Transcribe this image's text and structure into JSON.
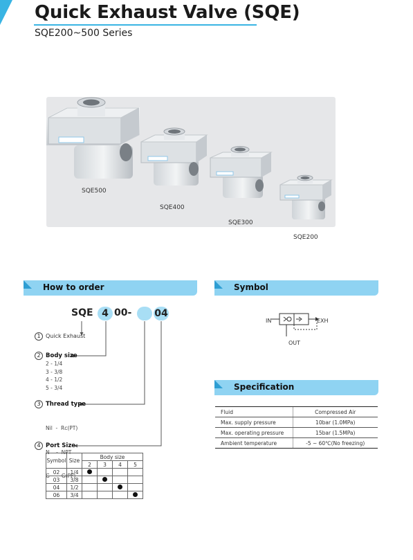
{
  "header": {
    "title": "Quick Exhaust Valve (SQE)",
    "subtitle": "SQE200~500 Series"
  },
  "photo": {
    "labels": [
      "SQE500",
      "SQE400",
      "SQE300",
      "SQE200"
    ]
  },
  "order": {
    "section_title": "How to order",
    "code": {
      "prefix": "SQE",
      "body": "4",
      "mid": "00-",
      "thread": "",
      "port": "04"
    },
    "items": [
      {
        "num": "1",
        "label": "Quick Exhaust"
      },
      {
        "num": "2",
        "label": "Body size",
        "options": [
          "2 - 1/4",
          "3 - 3/8",
          "4 - 1/2",
          "5 - 3/4"
        ]
      },
      {
        "num": "3",
        "label": "Thread type",
        "options": [
          "Nil  -  Rc(PT)",
          "N    -  NPT",
          "G    -  G(PF)"
        ]
      },
      {
        "num": "4",
        "label": "Port Size"
      }
    ],
    "port_table": {
      "headers": [
        "Symbol",
        "Size",
        "Body size"
      ],
      "body_sizes": [
        "2",
        "3",
        "4",
        "5"
      ],
      "rows": [
        {
          "symbol": "02",
          "size": "1/4",
          "mark": 0
        },
        {
          "symbol": "03",
          "size": "3/8",
          "mark": 1
        },
        {
          "symbol": "04",
          "size": "1/2",
          "mark": 2
        },
        {
          "symbol": "06",
          "size": "3/4",
          "mark": 3
        }
      ]
    }
  },
  "symbol": {
    "section_title": "Symbol",
    "in_label": "IN",
    "exh_label": "EXH",
    "out_label": "OUT"
  },
  "specification": {
    "section_title": "Specification",
    "rows": [
      {
        "name": "Fluid",
        "value": "Compressed Air"
      },
      {
        "name": "Max. supply pressure",
        "value": "10bar (1.0MPa)"
      },
      {
        "name": "Max. operating pressure",
        "value": "15bar (1.5MPa)"
      },
      {
        "name": "Ambient temperature",
        "value": "-5 ~ 60℃(No freezing)"
      }
    ]
  },
  "colors": {
    "accent": "#39b4e3",
    "header_bar": "#8fd3f2",
    "bubble": "#a8def5"
  }
}
